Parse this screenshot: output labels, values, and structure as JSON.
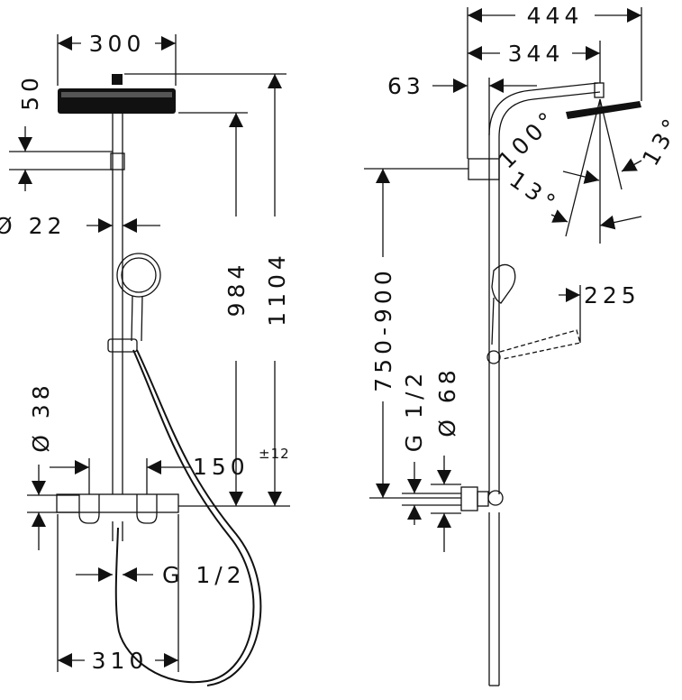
{
  "front_view": {
    "overhead_width": "300",
    "overhead_height": "50",
    "pipe_diameter": "Ø 22",
    "height_to_mixer": "984",
    "total_height": "1104",
    "tolerance": "±12",
    "connection_diameter": "Ø 38",
    "connection_distance": "150",
    "thread_size": "G 1/2",
    "mixer_width": "310"
  },
  "side_view": {
    "total_depth": "444",
    "arm_reach": "344",
    "wall_offset": "63",
    "angle_top_right": "13°",
    "angle_swivel": "100°",
    "angle_lower": "13°",
    "height_range": "750-900",
    "hand_shower_reach": "225",
    "thread_size": "G 1/2",
    "connection_diameter": "Ø 68"
  },
  "colors": {
    "ink": "#111111",
    "background": "#ffffff"
  }
}
